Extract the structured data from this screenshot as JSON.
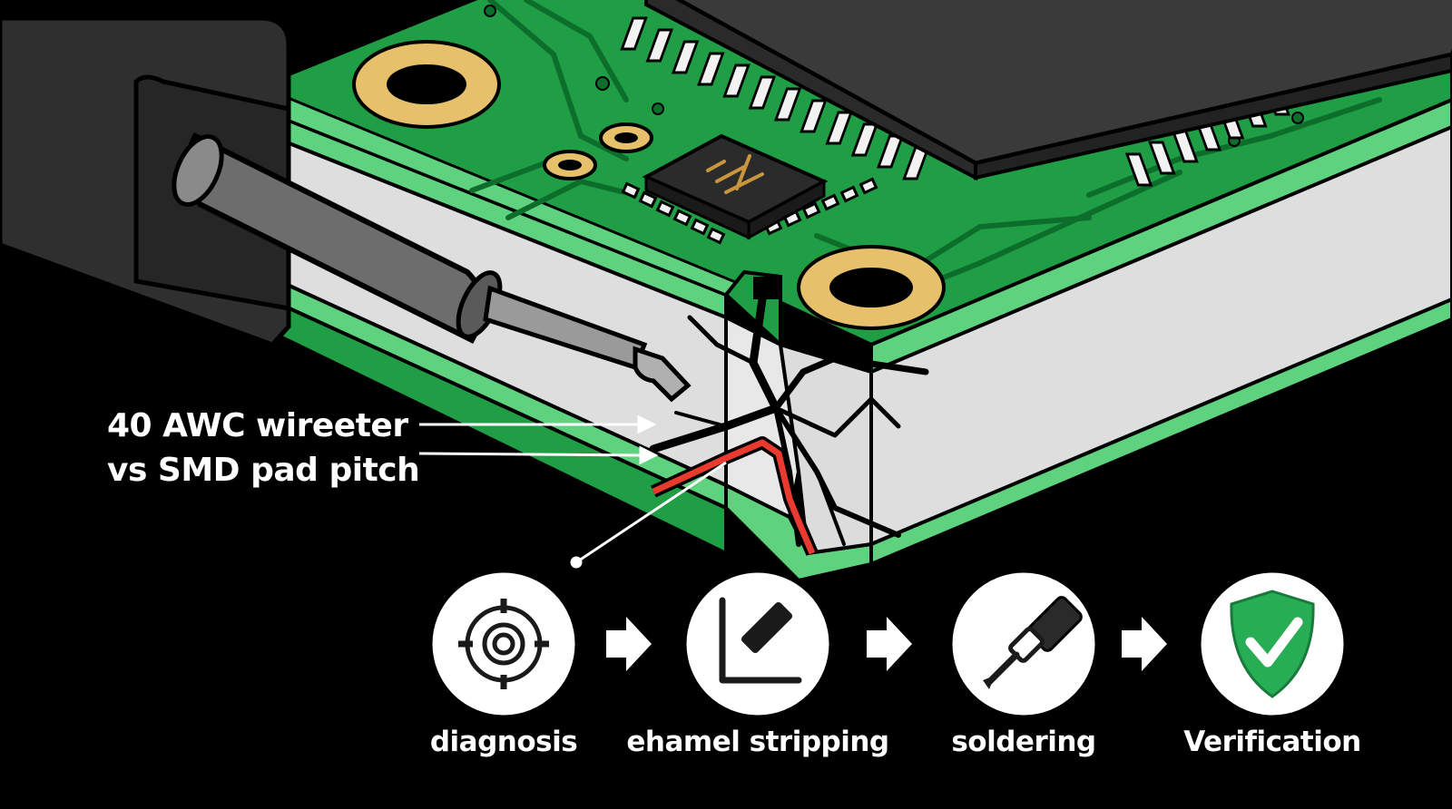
{
  "callout": {
    "line1": "40 AWC wireeter",
    "line2": "vs SMD pad pitch"
  },
  "steps": [
    {
      "label": "diagnosis",
      "icon": "target-icon"
    },
    {
      "label": "ehamel stripping",
      "icon": "stripping-tool-icon"
    },
    {
      "label": "soldering",
      "icon": "soldering-iron-icon"
    },
    {
      "label": "Verification",
      "icon": "check-shield-icon"
    }
  ],
  "colors": {
    "background": "#000000",
    "board_green": "#1f9e46",
    "board_edge": "#5fd27f",
    "substrate": "#dedede",
    "pad_gold": "#e6c06a",
    "trace_red": "#e83a2e",
    "verify_green": "#27ae55"
  }
}
